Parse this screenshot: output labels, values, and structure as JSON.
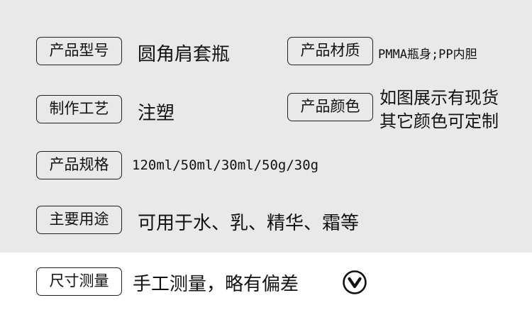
{
  "specs": {
    "model": {
      "label": "产品型号",
      "value": "圆角肩套瓶"
    },
    "material": {
      "label": "产品材质",
      "value": "PMMA瓶身;PP内胆"
    },
    "craft": {
      "label": "制作工艺",
      "value": "注塑"
    },
    "color": {
      "label": "产品颜色",
      "value_line1": "如图展示有现货",
      "value_line2": "其它颜色可定制"
    },
    "size_spec": {
      "label": "产品规格",
      "value": "120ml/50ml/30ml/50g/30g"
    },
    "usage": {
      "label": "主要用途",
      "value": "可用于水、乳、精华、霜等"
    },
    "measure": {
      "label": "尺寸测量",
      "value": "手工测量，略有偏差",
      "icon": "chevron-down-circle-icon"
    }
  }
}
